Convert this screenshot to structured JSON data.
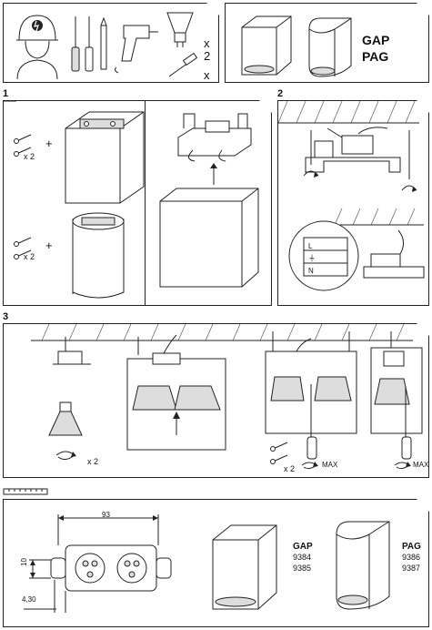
{
  "header": {
    "qty_lamp": "x 2",
    "qty_screws": "x 2",
    "model_gap": "GAP",
    "model_pag": "PAG"
  },
  "steps": {
    "s1": {
      "num": "1",
      "qty_top": "x 2",
      "qty_bottom": "x 2",
      "plus": "+"
    },
    "s2": {
      "num": "2"
    },
    "s3": {
      "num": "3",
      "qty_lamp": "x 2",
      "qty_screws": "x 2",
      "max1": "MAX",
      "max2": "MAX"
    }
  },
  "wiring": {
    "terminals": [
      "L",
      "⏚",
      "N"
    ]
  },
  "dimensions": {
    "width": "93",
    "height": "10",
    "offset": "4,30"
  },
  "products": {
    "gap": {
      "name": "GAP",
      "codes": [
        "9384",
        "9385"
      ]
    },
    "pag": {
      "name": "PAG",
      "codes": [
        "9386",
        "9387"
      ]
    }
  }
}
